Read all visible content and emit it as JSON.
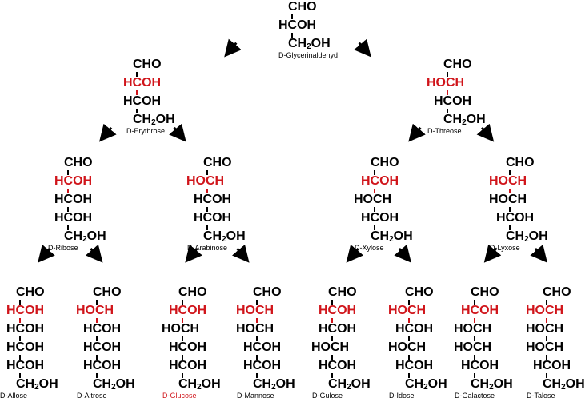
{
  "colors": {
    "text": "#000000",
    "highlight": "#d0141a"
  },
  "molecules": [
    {
      "id": "glycerinaldehyd",
      "name": "D-Glycerinaldehyd",
      "name_red": false,
      "rows": [
        {
          "text": "CHO",
          "type": "cho"
        },
        {
          "text": "HCOH",
          "type": "hcoh",
          "red": false
        },
        {
          "text": "CH2OH",
          "type": "ch2oh"
        }
      ]
    },
    {
      "id": "erythrose",
      "name": "D-Erythrose",
      "name_red": false,
      "rows": [
        {
          "text": "CHO",
          "type": "cho"
        },
        {
          "text": "HCOH",
          "type": "hcoh",
          "red": true
        },
        {
          "text": "HCOH",
          "type": "hcoh",
          "red": false
        },
        {
          "text": "CH2OH",
          "type": "ch2oh"
        }
      ]
    },
    {
      "id": "threose",
      "name": "D-Threose",
      "name_red": false,
      "rows": [
        {
          "text": "CHO",
          "type": "cho"
        },
        {
          "text": "HOCH",
          "type": "hoch",
          "red": true
        },
        {
          "text": "HCOH",
          "type": "hcoh",
          "red": false
        },
        {
          "text": "CH2OH",
          "type": "ch2oh"
        }
      ]
    },
    {
      "id": "ribose",
      "name": "D-Ribose",
      "name_red": false,
      "rows": [
        {
          "text": "CHO",
          "type": "cho"
        },
        {
          "text": "HCOH",
          "type": "hcoh",
          "red": true
        },
        {
          "text": "HCOH",
          "type": "hcoh",
          "red": false
        },
        {
          "text": "HCOH",
          "type": "hcoh",
          "red": false
        },
        {
          "text": "CH2OH",
          "type": "ch2oh"
        }
      ]
    },
    {
      "id": "arabinose",
      "name": "D-Arabinose",
      "name_red": false,
      "rows": [
        {
          "text": "CHO",
          "type": "cho"
        },
        {
          "text": "HOCH",
          "type": "hoch",
          "red": true
        },
        {
          "text": "HCOH",
          "type": "hcoh",
          "red": false
        },
        {
          "text": "HCOH",
          "type": "hcoh",
          "red": false
        },
        {
          "text": "CH2OH",
          "type": "ch2oh"
        }
      ]
    },
    {
      "id": "xylose",
      "name": "D-Xylose",
      "name_red": false,
      "rows": [
        {
          "text": "CHO",
          "type": "cho"
        },
        {
          "text": "HCOH",
          "type": "hcoh",
          "red": true
        },
        {
          "text": "HOCH",
          "type": "hoch",
          "red": false
        },
        {
          "text": "HCOH",
          "type": "hcoh",
          "red": false
        },
        {
          "text": "CH2OH",
          "type": "ch2oh"
        }
      ]
    },
    {
      "id": "lyxose",
      "name": "D-Lyxose",
      "name_red": false,
      "rows": [
        {
          "text": "CHO",
          "type": "cho"
        },
        {
          "text": "HOCH",
          "type": "hoch",
          "red": true
        },
        {
          "text": "HOCH",
          "type": "hoch",
          "red": false
        },
        {
          "text": "HCOH",
          "type": "hcoh",
          "red": false
        },
        {
          "text": "CH2OH",
          "type": "ch2oh"
        }
      ]
    },
    {
      "id": "allose",
      "name": "D-Allose",
      "name_red": false,
      "rows": [
        {
          "text": "CHO",
          "type": "cho"
        },
        {
          "text": "HCOH",
          "type": "hcoh",
          "red": true
        },
        {
          "text": "HCOH",
          "type": "hcoh",
          "red": false
        },
        {
          "text": "HCOH",
          "type": "hcoh",
          "red": false
        },
        {
          "text": "HCOH",
          "type": "hcoh",
          "red": false
        },
        {
          "text": "CH2OH",
          "type": "ch2oh"
        }
      ]
    },
    {
      "id": "altrose",
      "name": "D-Altrose",
      "name_red": false,
      "rows": [
        {
          "text": "CHO",
          "type": "cho"
        },
        {
          "text": "HOCH",
          "type": "hoch",
          "red": true
        },
        {
          "text": "HCOH",
          "type": "hcoh",
          "red": false
        },
        {
          "text": "HCOH",
          "type": "hcoh",
          "red": false
        },
        {
          "text": "HCOH",
          "type": "hcoh",
          "red": false
        },
        {
          "text": "CH2OH",
          "type": "ch2oh"
        }
      ]
    },
    {
      "id": "glucose",
      "name": "D-Glucose",
      "name_red": true,
      "rows": [
        {
          "text": "CHO",
          "type": "cho"
        },
        {
          "text": "HCOH",
          "type": "hcoh",
          "red": true
        },
        {
          "text": "HOCH",
          "type": "hoch",
          "red": false
        },
        {
          "text": "HCOH",
          "type": "hcoh",
          "red": false
        },
        {
          "text": "HCOH",
          "type": "hcoh",
          "red": false
        },
        {
          "text": "CH2OH",
          "type": "ch2oh"
        }
      ]
    },
    {
      "id": "mannose",
      "name": "D-Mannose",
      "name_red": false,
      "rows": [
        {
          "text": "CHO",
          "type": "cho"
        },
        {
          "text": "HOCH",
          "type": "hoch",
          "red": true
        },
        {
          "text": "HOCH",
          "type": "hoch",
          "red": false
        },
        {
          "text": "HCOH",
          "type": "hcoh",
          "red": false
        },
        {
          "text": "HCOH",
          "type": "hcoh",
          "red": false
        },
        {
          "text": "CH2OH",
          "type": "ch2oh"
        }
      ]
    },
    {
      "id": "gulose",
      "name": "D-Gulose",
      "name_red": false,
      "rows": [
        {
          "text": "CHO",
          "type": "cho"
        },
        {
          "text": "HCOH",
          "type": "hcoh",
          "red": true
        },
        {
          "text": "HCOH",
          "type": "hcoh",
          "red": false
        },
        {
          "text": "HOCH",
          "type": "hoch",
          "red": false
        },
        {
          "text": "HCOH",
          "type": "hcoh",
          "red": false
        },
        {
          "text": "CH2OH",
          "type": "ch2oh"
        }
      ]
    },
    {
      "id": "idose",
      "name": "D-Idose",
      "name_red": false,
      "rows": [
        {
          "text": "CHO",
          "type": "cho"
        },
        {
          "text": "HOCH",
          "type": "hoch",
          "red": true
        },
        {
          "text": "HCOH",
          "type": "hcoh",
          "red": false
        },
        {
          "text": "HOCH",
          "type": "hoch",
          "red": false
        },
        {
          "text": "HCOH",
          "type": "hcoh",
          "red": false
        },
        {
          "text": "CH2OH",
          "type": "ch2oh"
        }
      ]
    },
    {
      "id": "galactose",
      "name": "D-Galactose",
      "name_red": false,
      "rows": [
        {
          "text": "CHO",
          "type": "cho"
        },
        {
          "text": "HCOH",
          "type": "hcoh",
          "red": true
        },
        {
          "text": "HOCH",
          "type": "hoch",
          "red": false
        },
        {
          "text": "HOCH",
          "type": "hoch",
          "red": false
        },
        {
          "text": "HCOH",
          "type": "hcoh",
          "red": false
        },
        {
          "text": "CH2OH",
          "type": "ch2oh"
        }
      ]
    },
    {
      "id": "talose",
      "name": "D-Talose",
      "name_red": false,
      "rows": [
        {
          "text": "CHO",
          "type": "cho"
        },
        {
          "text": "HOCH",
          "type": "hoch",
          "red": true
        },
        {
          "text": "HOCH",
          "type": "hoch",
          "red": false
        },
        {
          "text": "HOCH",
          "type": "hoch",
          "red": false
        },
        {
          "text": "HCOH",
          "type": "hcoh",
          "red": false
        },
        {
          "text": "CH2OH",
          "type": "ch2oh"
        }
      ]
    }
  ],
  "edges": [
    {
      "from": "glycerinaldehyd",
      "to": "erythrose"
    },
    {
      "from": "glycerinaldehyd",
      "to": "threose"
    },
    {
      "from": "erythrose",
      "to": "ribose"
    },
    {
      "from": "erythrose",
      "to": "arabinose"
    },
    {
      "from": "threose",
      "to": "xylose"
    },
    {
      "from": "threose",
      "to": "lyxose"
    },
    {
      "from": "ribose",
      "to": "allose"
    },
    {
      "from": "ribose",
      "to": "altrose"
    },
    {
      "from": "arabinose",
      "to": "glucose"
    },
    {
      "from": "arabinose",
      "to": "mannose"
    },
    {
      "from": "xylose",
      "to": "gulose"
    },
    {
      "from": "xylose",
      "to": "idose"
    },
    {
      "from": "lyxose",
      "to": "galactose"
    },
    {
      "from": "lyxose",
      "to": "talose"
    }
  ]
}
